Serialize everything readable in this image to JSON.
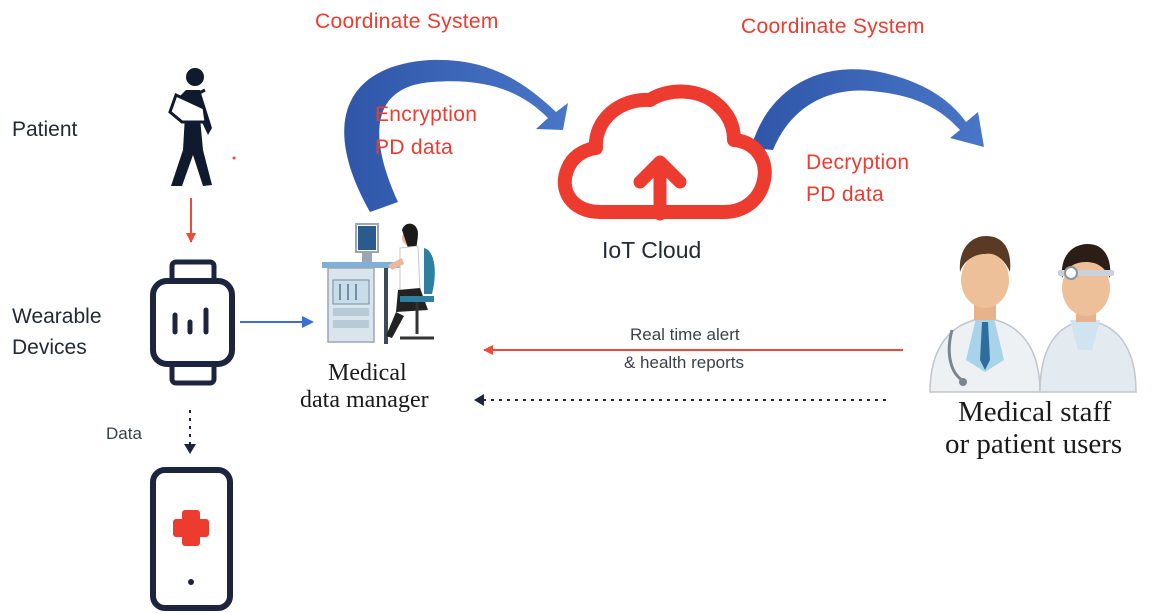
{
  "labels": {
    "patient": "Patient",
    "wearable_line1": "Wearable",
    "wearable_line2": "Devices",
    "data": "Data",
    "coordinate_left": "Coordinate System",
    "coordinate_right": "Coordinate System",
    "encryption_line1": "Encryption",
    "encryption_line2": "PD data",
    "decryption_line1": "Decryption",
    "decryption_line2": "PD data",
    "iot_cloud": "IoT Cloud",
    "manager_line1": "Medical",
    "manager_line2": "data manager",
    "alert_line1": "Real time alert",
    "alert_line2": "& health reports",
    "staff_line1": "Medical staff",
    "staff_line2": "or patient users"
  },
  "icons": {
    "patient": "walking-person-with-arm-sling",
    "wearable": "smartwatch",
    "phone": "smartphone-medical-cross",
    "cloud": "cloud-upload",
    "manager": "person-at-computer-desk",
    "staff": "doctors"
  },
  "colors": {
    "red": "#ee3b30",
    "blue_arc": "#3a63b8",
    "connector_blue": "#3c6fd6",
    "navy": "#1c2440"
  }
}
